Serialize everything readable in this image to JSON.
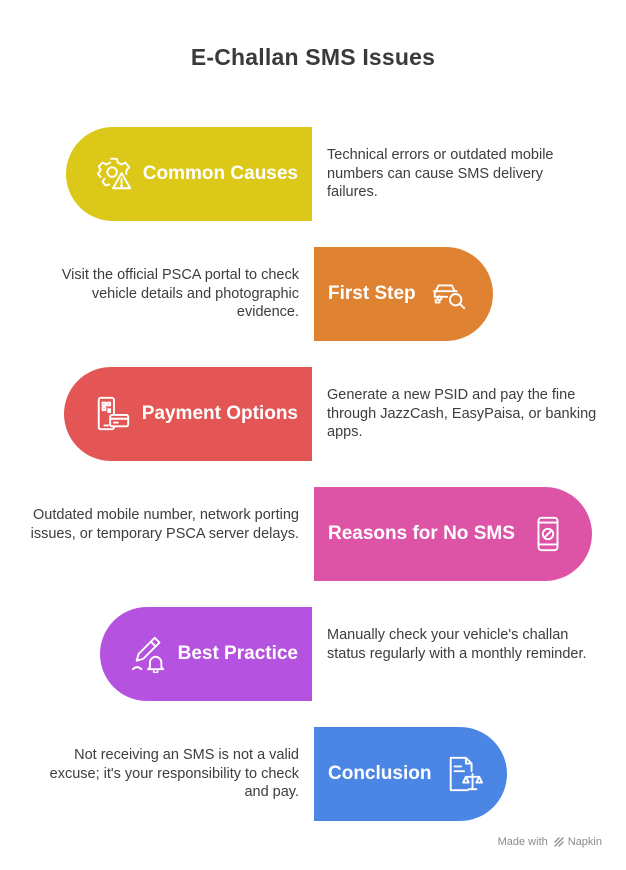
{
  "title": "E-Challan SMS Issues",
  "steps": [
    {
      "label": "Common Causes",
      "description": "Technical errors or outdated mobile numbers can cause SMS delivery failures.",
      "color": "#dcc819",
      "icon": "gear-warning-icon"
    },
    {
      "label": "First Step",
      "description": "Visit the official PSCA portal to check vehicle details and photographic evidence.",
      "color": "#df8333",
      "icon": "car-search-icon"
    },
    {
      "label": "Payment Options",
      "description": "Generate a new PSID and pay the fine through JazzCash, EasyPaisa, or banking apps.",
      "color": "#e45655",
      "icon": "mobile-card-icon"
    },
    {
      "label": "Reasons for No SMS",
      "description": "Outdated mobile number, network porting issues, or temporary PSCA server delays.",
      "color": "#dd54a7",
      "icon": "phone-blocked-icon"
    },
    {
      "label": "Best Practice",
      "description": "Manually check your vehicle's challan status regularly with a monthly reminder.",
      "color": "#b552e0",
      "icon": "pen-bell-icon"
    },
    {
      "label": "Conclusion",
      "description": "Not receiving an SMS is not a valid excuse; it's your responsibility to check and pay.",
      "color": "#4b86e5",
      "icon": "document-scale-icon"
    }
  ],
  "footer": {
    "made_with": "Made with",
    "brand": "Napkin"
  }
}
